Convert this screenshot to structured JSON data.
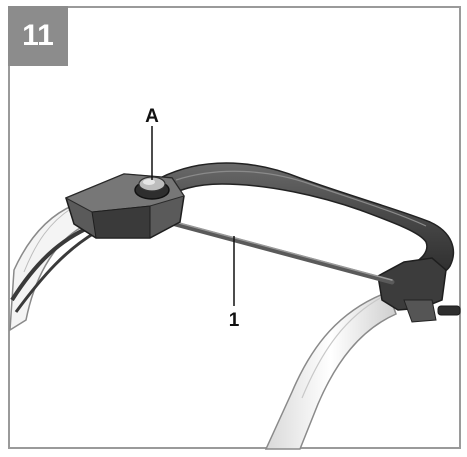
{
  "step_number": "11",
  "callouts": {
    "a": "A",
    "one": "1"
  },
  "colors": {
    "frame": "#9a9a9a",
    "badge": "#8c8c8c",
    "handle": "#4a4a4a",
    "tube": "#f4f4f4"
  }
}
